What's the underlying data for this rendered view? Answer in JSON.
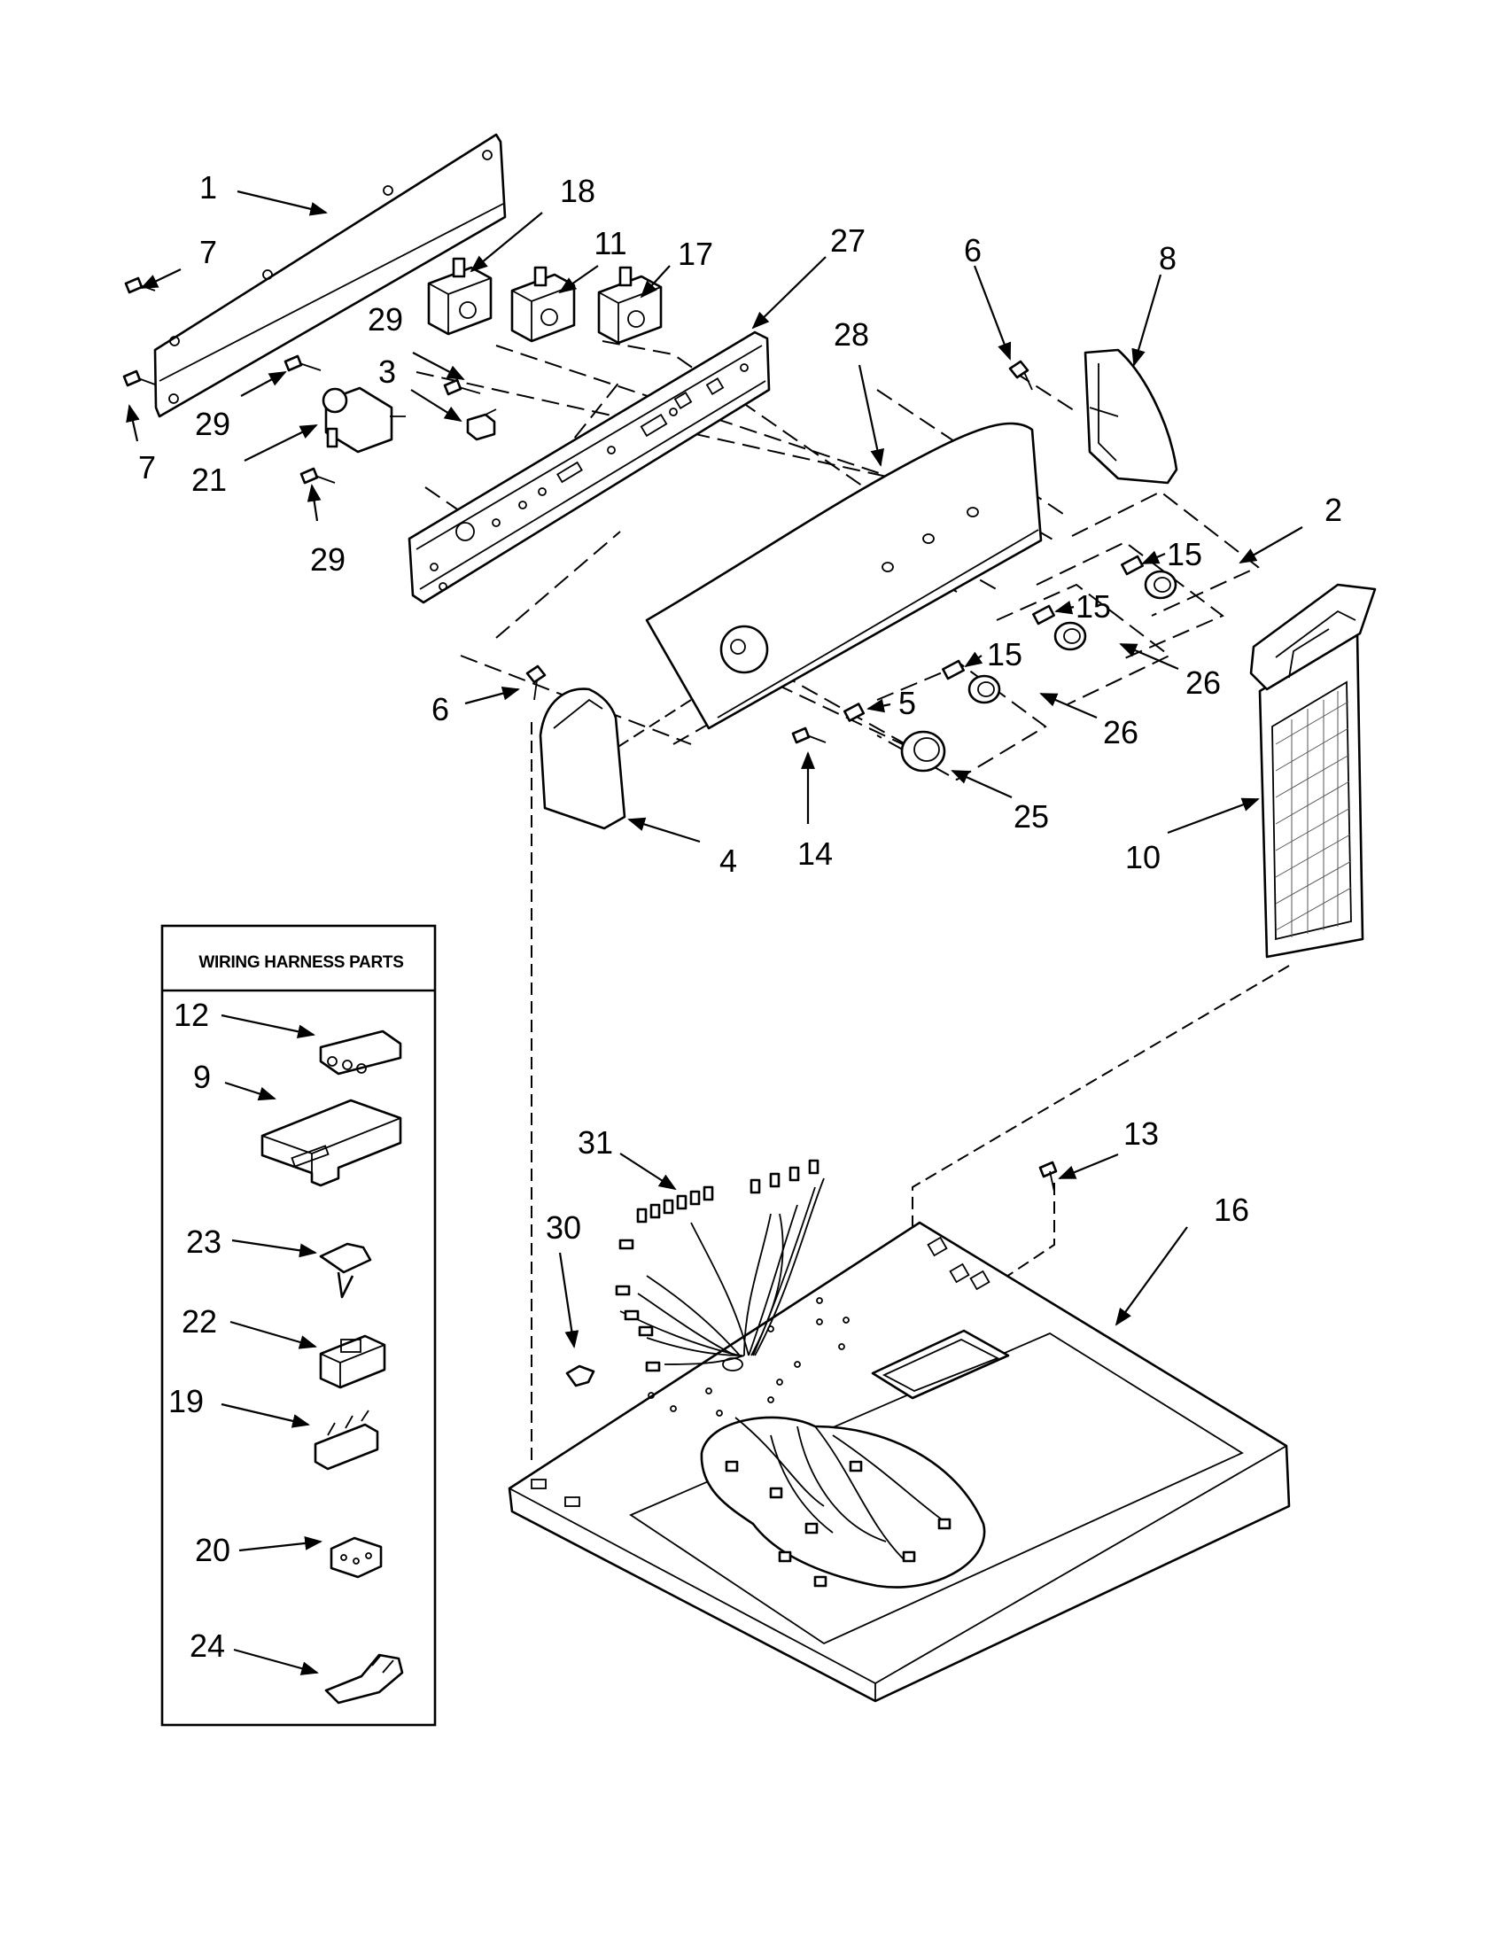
{
  "legend": {
    "title": "WIRING HARNESS PARTS"
  },
  "callouts": {
    "c1": "1",
    "c2": "2",
    "c3": "3",
    "c4": "4",
    "c5": "5",
    "c6a": "6",
    "c6b": "6",
    "c7a": "7",
    "c7b": "7",
    "c8": "8",
    "c9": "9",
    "c10": "10",
    "c11": "11",
    "c12": "12",
    "c13": "13",
    "c14": "14",
    "c15a": "15",
    "c15b": "15",
    "c15c": "15",
    "c16": "16",
    "c17": "17",
    "c18": "18",
    "c19": "19",
    "c20": "20",
    "c21": "21",
    "c22": "22",
    "c23": "23",
    "c24": "24",
    "c25": "25",
    "c26a": "26",
    "c26b": "26",
    "c27": "27",
    "c28": "28",
    "c29a": "29",
    "c29b": "29",
    "c29c": "29",
    "c30": "30",
    "c31": "31"
  }
}
